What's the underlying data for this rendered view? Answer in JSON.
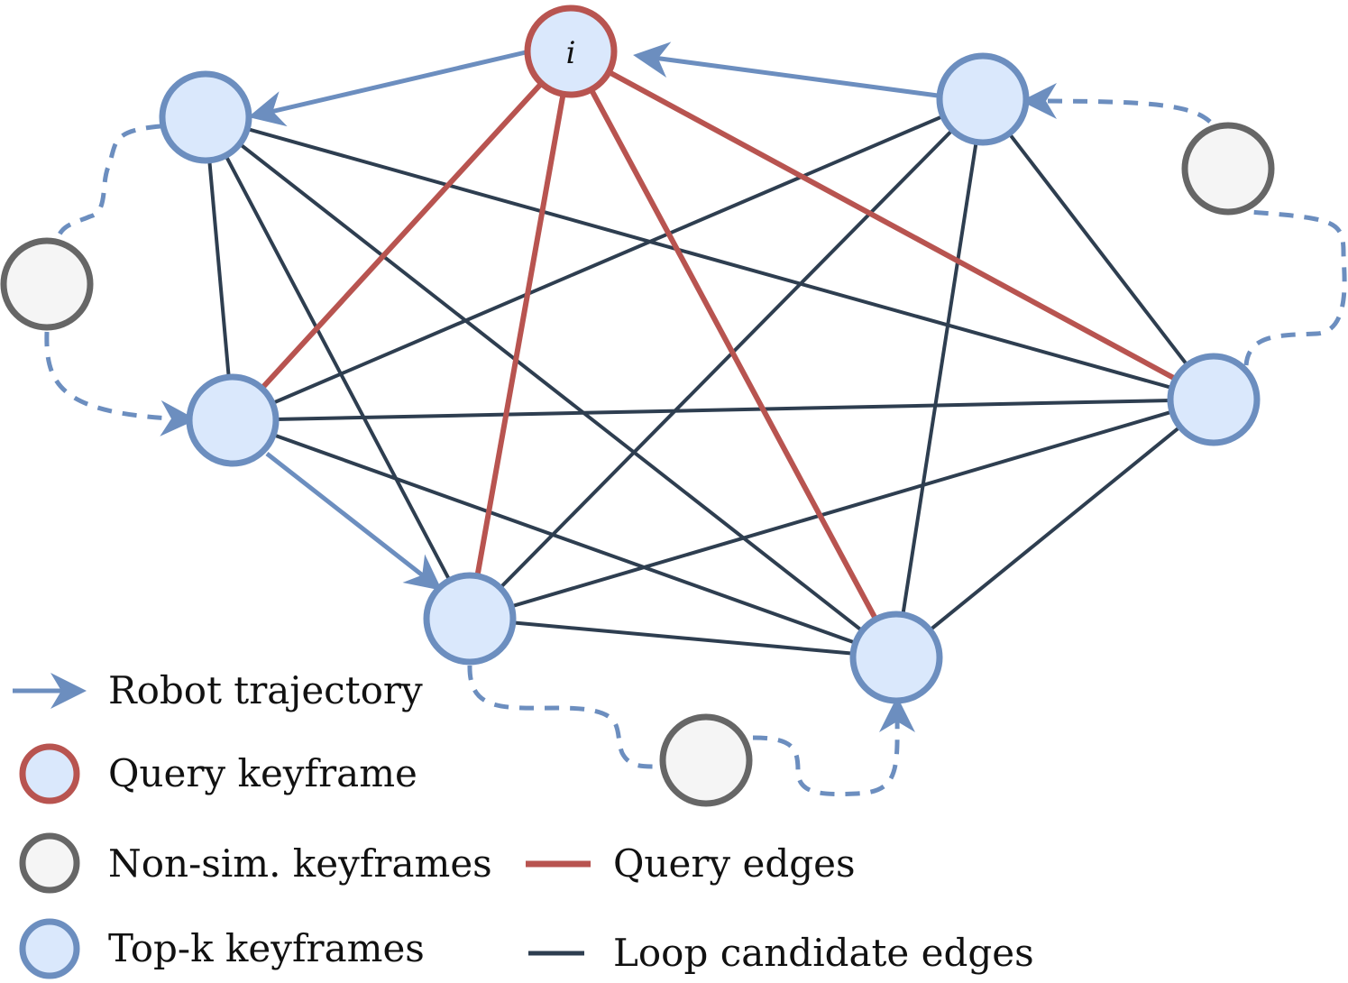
{
  "colors": {
    "trajectory": "#6c8ebf",
    "query_stroke": "#b85450",
    "topk_fill": "#dae8fc",
    "topk_stroke": "#6c8ebf",
    "nonsim_fill": "#f5f5f5",
    "nonsim_stroke": "#666666",
    "loop_edge": "#2e3e50",
    "query_edge": "#b85450"
  },
  "nodes": {
    "query_label": "i"
  },
  "legend": {
    "robot_trajectory": "Robot trajectory",
    "query_keyframe": "Query keyframe",
    "nonsim_keyframes": "Non-sim. keyframes",
    "topk_keyframes": "Top-k keyframes",
    "query_edges": "Query edges",
    "loop_candidate_edges": "Loop candidate edges"
  }
}
